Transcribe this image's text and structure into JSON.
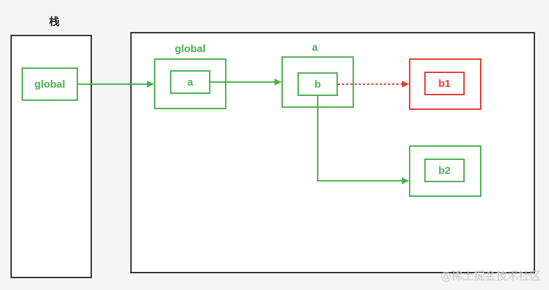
{
  "stack": {
    "title": "栈",
    "global_label": "global"
  },
  "heap": {
    "global_obj": {
      "caption": "global",
      "field": "a"
    },
    "a_obj": {
      "caption": "a",
      "field": "b"
    },
    "b1_obj": {
      "label": "b1"
    },
    "b2_obj": {
      "label": "b2"
    }
  },
  "colors": {
    "green": "#4caf50",
    "red": "#e53935",
    "border": "#333333"
  },
  "watermark": "@稀土掘金技术社区"
}
